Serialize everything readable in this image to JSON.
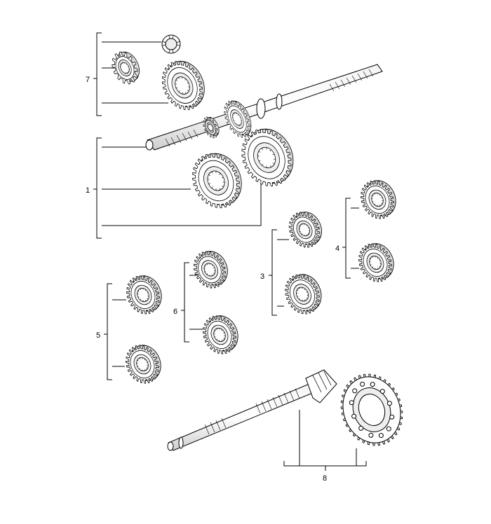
{
  "callouts": {
    "c1": "1",
    "c3": "3",
    "c4": "4",
    "c5": "5",
    "c6": "6",
    "c7": "7",
    "c8": "8"
  },
  "colors": {
    "line": "#000000",
    "part_fill": "#ffffff",
    "shade": "#d8d8d8"
  },
  "icons": [
    "gear-icon",
    "shaft-icon",
    "needle-bearing-icon",
    "crown-wheel-icon",
    "pinion-shaft-icon"
  ]
}
